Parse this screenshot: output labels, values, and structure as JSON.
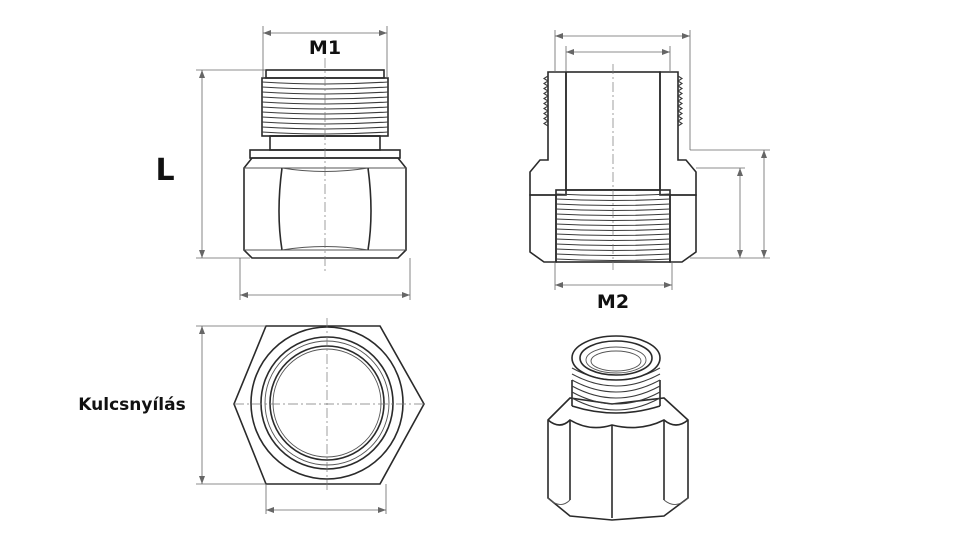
{
  "labels": {
    "m1": "M1",
    "m2": "M2",
    "length": "L",
    "wrench": "Kulcsnyílás"
  },
  "colors": {
    "line": "#2a2a2a",
    "dimension": "#666666",
    "hatch": "#9a9a9a",
    "text": "#111111"
  }
}
